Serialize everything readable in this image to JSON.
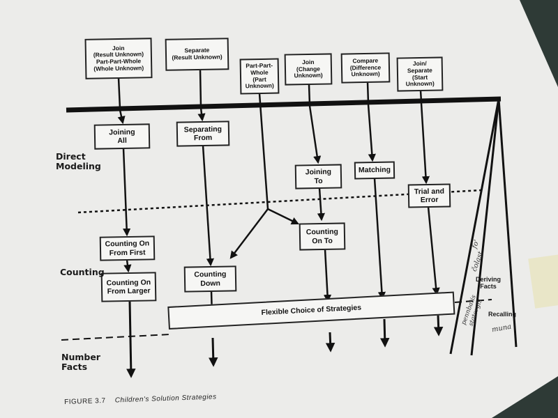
{
  "top_boxes": {
    "join_result_unknown": "Join\n(Result Unknown)\nPart-Part-Whole\n(Whole Unknown)",
    "separate_result_unknown": "Separate\n(Result Unknown)",
    "part_part_whole_part_unknown": "Part-Part-\nWhole\n(Part\nUnknown)",
    "join_change_unknown": "Join\n(Change\nUnknown)",
    "compare_difference_unknown": "Compare\n(Difference\nUnknown)",
    "join_separate_start_unknown": "Join/\nSeparate\n(Start\nUnknown)"
  },
  "strategies": {
    "joining_all": "Joining\nAll",
    "separating_from": "Separating\nFrom",
    "joining_to": "Joining\nTo",
    "matching": "Matching",
    "trial_and_error": "Trial and\nError",
    "counting_on_from_first": "Counting On\nFrom First",
    "counting_on_from_larger": "Counting On\nFrom Larger",
    "counting_down": "Counting\nDown",
    "counting_on_to": "Counting\nOn To",
    "flexible_choice": "Flexible Choice of Strategies"
  },
  "bands": {
    "direct_modeling": "Direct\nModeling",
    "counting": "Counting",
    "number_facts": "Number\nFacts"
  },
  "side_labels": {
    "deriving_facts": "Deriving\nFacts",
    "recalling": "Recalling"
  },
  "handwriting": {
    "note1": "fo'",
    "note2": "čolast",
    "note3": "pennbatis",
    "note4": "statergis",
    "note5": "muna"
  },
  "caption": {
    "figure": "FIGURE 3.7",
    "title": "Children's Solution Strategies"
  }
}
